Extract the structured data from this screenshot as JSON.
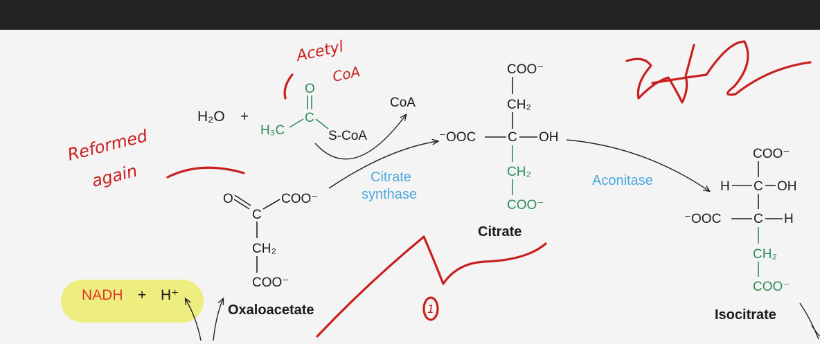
{
  "labels": {
    "water": "H₂O",
    "plus": "+",
    "acetyl_o": "O",
    "acetyl_c": "C",
    "acetyl_h3c": "H₃C",
    "acetyl_scoa": "S-CoA",
    "coa_released": "CoA",
    "oxaloacetate_o": "O",
    "oxaloacetate_c": "C",
    "oxaloacetate_coo": "COO⁻",
    "oxaloacetate_ch2": "CH₂",
    "oxaloacetate_coo_bottom": "COO⁻",
    "citrate_coo_top": "COO⁻",
    "citrate_ch2_top": "CH₂",
    "citrate_ooc": "⁻OOC",
    "citrate_c": "C",
    "citrate_oh": "OH",
    "citrate_ch2_bottom": "CH₂",
    "citrate_coo_bottom": "COO⁻",
    "isocitrate_coo_top": "COO⁻",
    "isocitrate_h1": "H",
    "isocitrate_c1": "C",
    "isocitrate_oh": "OH",
    "isocitrate_ooc": "⁻OOC",
    "isocitrate_c2": "C",
    "isocitrate_h2": "H",
    "isocitrate_ch2": "CH₂",
    "isocitrate_coo_bottom": "COO⁻",
    "nadh": "NADH",
    "nadh_plus": "+",
    "h_plus": "H⁺"
  },
  "enzymes": {
    "citrate_synthase_line1": "Citrate",
    "citrate_synthase_line2": "synthase",
    "aconitase": "Aconitase"
  },
  "compound_names": {
    "oxaloacetate": "Oxaloacetate",
    "citrate": "Citrate",
    "isocitrate": "Isocitrate"
  },
  "annotations": {
    "acetyl_line1": "Acetyl",
    "acetyl_line2": "CoA",
    "reformed_line1": "Reformed",
    "reformed_line2": "again",
    "circled_number": "1"
  },
  "colors": {
    "topbar": "#242424",
    "background": "#f4f4f4",
    "green_atoms": "#2e8b57",
    "enzyme_blue": "#4aa8e0",
    "ink_red": "#c8201e",
    "nadh_highlight": "#eeee80"
  }
}
